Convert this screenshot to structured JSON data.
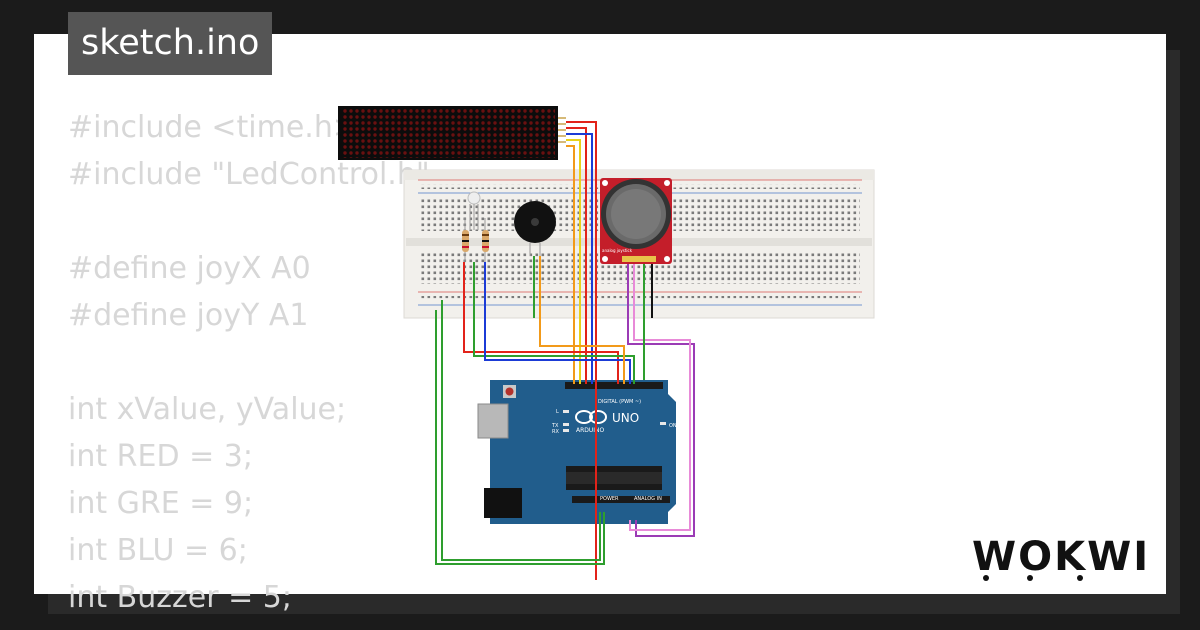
{
  "header": {
    "file_name": "sketch.ino"
  },
  "code": {
    "lines": [
      "#include <time.h>",
      "#include \"LedControl.h\"",
      "",
      "#define joyX A0",
      "#define joyY A1",
      "",
      "int xValue, yValue;",
      "int RED = 3;",
      "int GRE = 9;",
      "int BLU = 6;",
      "int Buzzer = 5;"
    ]
  },
  "circuit": {
    "arduino": {
      "brand_label": "ARDUINO",
      "model_label": "UNO",
      "digital_header_label": "DIGITAL (PWM ~)",
      "power_label": "POWER",
      "analog_label": "ANALOG IN",
      "on_label": "ON",
      "tx_label": "TX",
      "rx_label": "RX",
      "l_label": "L"
    },
    "joystick": {
      "label": "analog joystick"
    },
    "wire_colors": {
      "red": "#e2231a",
      "blue": "#1b3bd6",
      "green": "#2e9e2e",
      "yellow": "#e8d21a",
      "orange": "#f29a1a",
      "purple": "#9b3bb5",
      "pink": "#e88ad8",
      "black": "#111111"
    }
  },
  "brand": {
    "name": "WOKWI"
  }
}
